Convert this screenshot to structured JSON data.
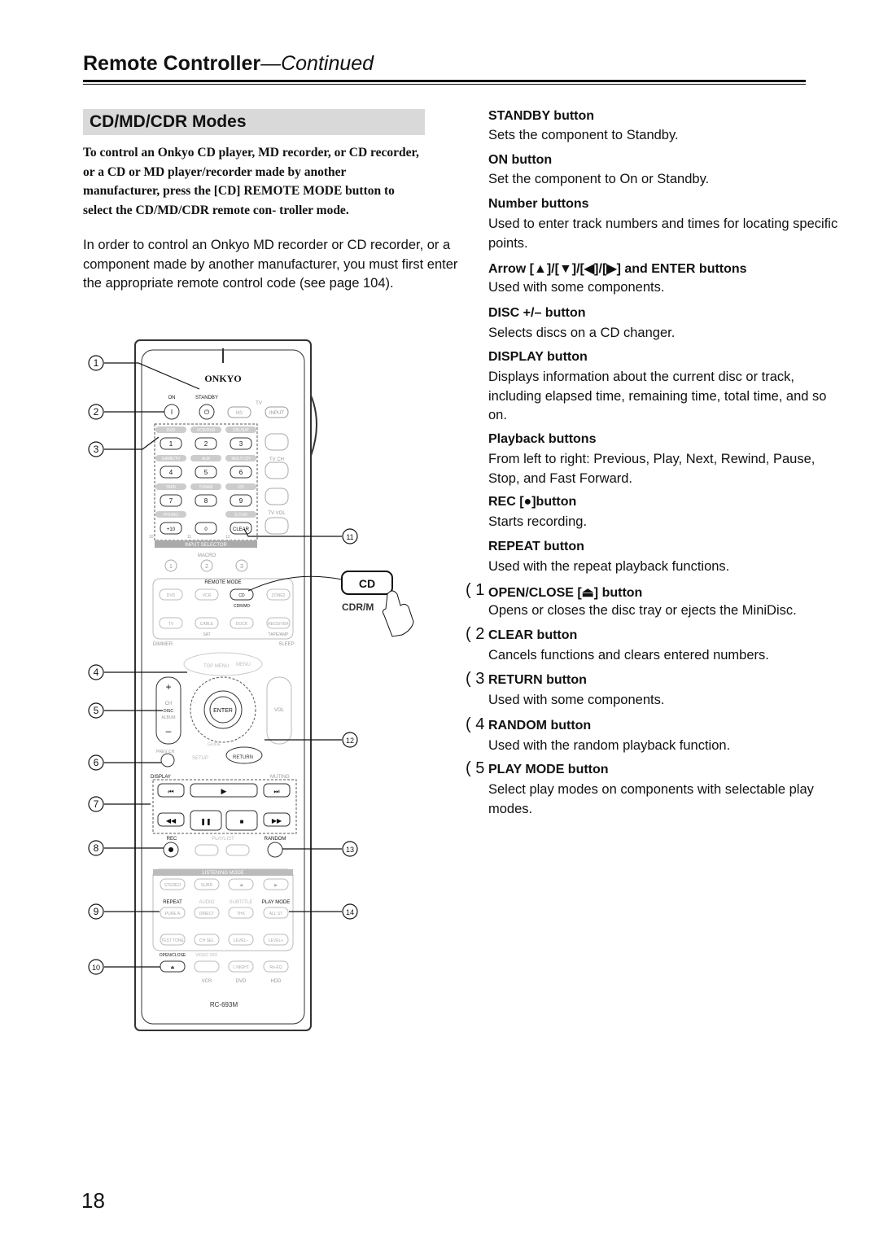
{
  "header": {
    "title_main": "Remote Controller",
    "title_sub": "—Continued"
  },
  "section": {
    "title": "CD/MD/CDR Modes"
  },
  "intro": {
    "bold": "To control an Onkyo CD player, MD recorder, or CD recorder, or a CD or MD player/recorder made by another manufacturer, press the [CD] REMOTE MODE button to select the CD/MD/CDR remote con- troller mode.",
    "normal": "In order to control an Onkyo MD recorder or CD recorder, or a component made by another manufacturer, you must first enter the appropriate remote control code (see page 104)."
  },
  "items": [
    {
      "title": "STANDBY button",
      "desc": "Sets the component to Standby."
    },
    {
      "title": "ON button",
      "desc": "Set the component to On or Standby."
    },
    {
      "title": "Number buttons",
      "desc": "Used to enter track numbers and times for locating specific points."
    },
    {
      "title": "Arrow [▲]/[▼]/[◀]/[▶] and ENTER buttons",
      "desc": "Used with some components."
    },
    {
      "title": "DISC +/– button",
      "desc": "Selects discs on a CD changer."
    },
    {
      "title": "DISPLAY button",
      "desc": "Displays information about the current disc or track, including elapsed time, remaining time, total time, and so on."
    },
    {
      "title": "Playback buttons",
      "desc": "From left to right: Previous, Play, Next, Rewind, Pause, Stop, and Fast Forward."
    },
    {
      "title": "REC [●]button",
      "desc": "Starts recording."
    },
    {
      "title": "REPEAT button",
      "desc": "Used with the repeat playback functions."
    },
    {
      "num": "( 1",
      "title": "OPEN/CLOSE [⏏] button",
      "desc": "Opens or closes the disc tray or ejects the MiniDisc."
    },
    {
      "num": "( 2",
      "title": "CLEAR button",
      "desc": "Cancels functions and clears entered numbers."
    },
    {
      "num": "( 3",
      "title": "RETURN button",
      "desc": "Used with some components."
    },
    {
      "num": "( 4",
      "title": "RANDOM button",
      "desc": "Used with the random playback function."
    },
    {
      "num": "( 5",
      "title": "PLAY MODE button",
      "desc": "Select play modes on components with selectable play modes."
    }
  ],
  "callouts": [
    "1",
    "2",
    "3",
    "4",
    "5",
    "6",
    "7",
    "8",
    "9",
    "10",
    "11",
    "12",
    "13",
    "14"
  ],
  "remote": {
    "brand": "ONKYO",
    "on": "ON",
    "standby": "STANDBY",
    "tv": "TV",
    "input": "INPUT",
    "btn_on": "I",
    "btn_standby": "⏻",
    "btn_tv_power": "I/⏻",
    "src": [
      "DVD",
      "VCR/DVR",
      "CBL/SAT",
      "GAME/TV",
      "AUX",
      "MULTI CH",
      "TAPE",
      "TUNER",
      "CD",
      "PHONO",
      "",
      "D.TUN"
    ],
    "nums": [
      "1",
      "2",
      "3",
      "4",
      "5",
      "6",
      "7",
      "8",
      "9",
      "+10",
      "0",
      "CLEAR"
    ],
    "sub_nums": [
      "10",
      "11",
      "12"
    ],
    "tv_ch": "TV CH",
    "tv_vol": "TV VOL",
    "input_selector": "INPUT SELECTOR",
    "macro": "MACRO",
    "macros": [
      "1",
      "2",
      "3"
    ],
    "remote_mode": "REMOTE MODE",
    "modes_row1": [
      "DVD",
      "VCR",
      "CD",
      "ZONE2"
    ],
    "cdr_md": "CDR/MD",
    "modes_row2": [
      "TV",
      "CABLE",
      "DOCK",
      "RECEIVER"
    ],
    "sat": "SAT",
    "tape_amp": "TAPE/AMP",
    "dimmer": "DIMMER",
    "sleep": "SLEEP",
    "top_menu": "TOP MENU",
    "menu": "MENU",
    "enter": "ENTER",
    "ch": "CH",
    "disc": "DISC",
    "album": "ALBUM",
    "vol": "VOL",
    "prev_ch": "PREV CH",
    "setup": "SETUP",
    "return": "RETURN",
    "guide": "GUIDE",
    "display": "DISPLAY",
    "muting": "MUTING",
    "rec": "REC",
    "playlist": "PLAYLIST",
    "random": "RANDOM",
    "listening_mode": "LISTENING MODE",
    "lm_row1": [
      "STEREO",
      "SURR",
      "◀",
      "▶"
    ],
    "lm_labels": [
      "REPEAT",
      "AUDIO",
      "SUBTITLE",
      "PLAY MODE"
    ],
    "lm_row2": [
      "PURE A",
      "DIRECT",
      "THX",
      "ALL ST"
    ],
    "lm_row3": [
      "TEST TONE",
      "CH SEL",
      "LEVEL−",
      "LEVEL+"
    ],
    "lm_labels2": [
      "OPEN/CLOSE",
      "VIDEO OFF"
    ],
    "lm_row4": [
      "⏏",
      "",
      "L NIGHT",
      "Re-EQ"
    ],
    "bottom_labels": [
      "VCR",
      "DVD",
      "HDD"
    ],
    "model": "RC-693M",
    "cd_key": "CD",
    "cdr_m": "CDR/M"
  },
  "page_number": "18"
}
